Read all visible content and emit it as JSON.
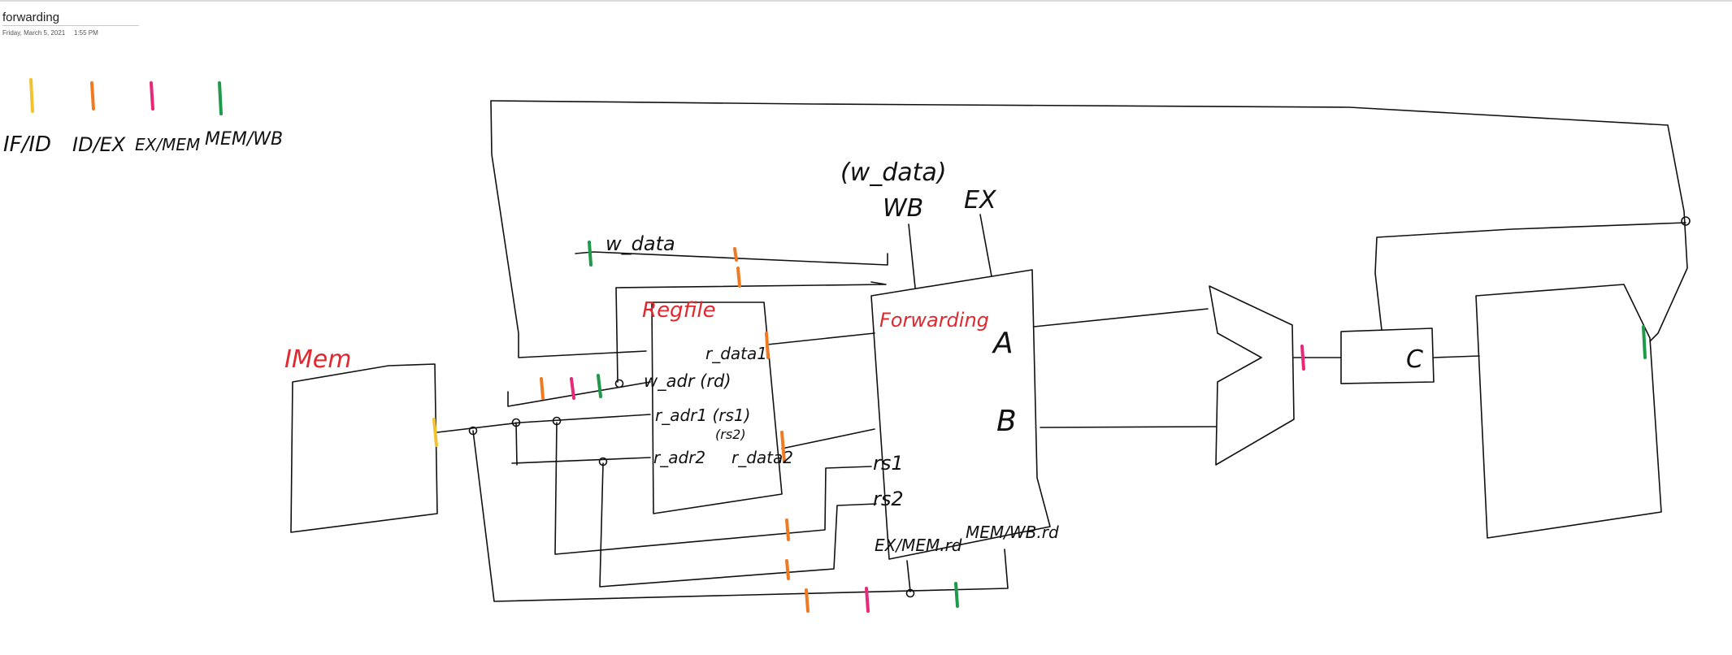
{
  "page": {
    "title": "forwarding",
    "date": "Friday, March 5, 2021",
    "time": "1:55 PM"
  },
  "colors": {
    "ink": "#111111",
    "if_id": "#f2c230",
    "id_ex": "#f07a22",
    "ex_mem": "#e8297a",
    "mem_wb": "#1e9a4a",
    "red_label": "#e0282e"
  },
  "legend": [
    {
      "label": "IF/ID",
      "color": "#f2c230"
    },
    {
      "label": "ID/EX",
      "color": "#f07a22"
    },
    {
      "label": "EX/MEM",
      "color": "#e8297a"
    },
    {
      "label": "MEM/WB",
      "color": "#1e9a4a"
    }
  ],
  "diagram": {
    "imem": {
      "title": "IMem"
    },
    "regfile": {
      "title": "Regfile",
      "ports": {
        "w_addr": "w_adr (rd)",
        "r_addr1": "r_adr1 (rs1)",
        "r_addr2": "r_adr2",
        "r_addr2_note": "(rs2)",
        "r_data1": "r_data1",
        "r_data2": "r_data2"
      }
    },
    "w_data_wire": "w_data",
    "forwarding": {
      "title": "Forwarding",
      "out_a": "A",
      "out_b": "B",
      "in_rs1": "rs1",
      "in_rs2": "rs2",
      "in_exmem_rd": "EX/MEM.rd",
      "in_memwb_rd": "MEM/WB.rd",
      "top_wb": "WB",
      "top_wb_note": "(w_data)",
      "top_ex": "EX"
    },
    "alu_out_reg": {
      "label": "C"
    }
  }
}
